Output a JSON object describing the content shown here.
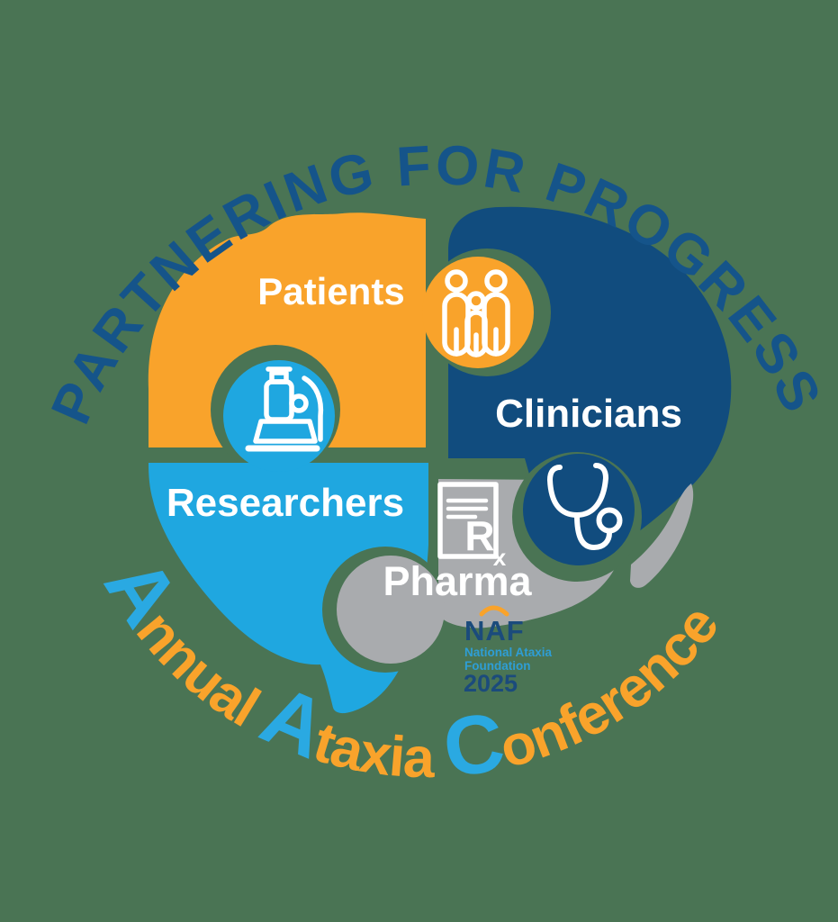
{
  "logo": {
    "top_arc_text": "PARTNERING FOR PROGRESS",
    "bottom_arc": {
      "seg1": "A",
      "seg2": "nnual ",
      "seg3": "A",
      "seg4": "taxia ",
      "seg5": "C",
      "seg6": "onference"
    },
    "pieces": {
      "patients": {
        "label": "Patients",
        "icon": "family-icon"
      },
      "clinicians": {
        "label": "Clinicians",
        "icon": "stethoscope-icon"
      },
      "researchers": {
        "label": "Researchers",
        "icon": "microscope-icon"
      },
      "pharma": {
        "label": "Pharma",
        "icon": "rx-document-icon"
      }
    },
    "rx_symbol": {
      "r": "R",
      "x": "x"
    },
    "naf": {
      "acronym": "NAF",
      "line1": "National Ataxia",
      "line2": "Foundation",
      "year": "2025"
    }
  },
  "colors": {
    "background": "#4A7454",
    "orange": "#F9A32B",
    "dark_blue": "#114C7E",
    "light_blue": "#1FA7E0",
    "gray": "#A9ABAE",
    "top_arc_text": "#15548A",
    "arc_cap_blue": "#2AA9E2",
    "naf_dark_blue": "#1B4B7C",
    "naf_light_blue": "#2E9ED6",
    "white": "#FFFFFF"
  }
}
